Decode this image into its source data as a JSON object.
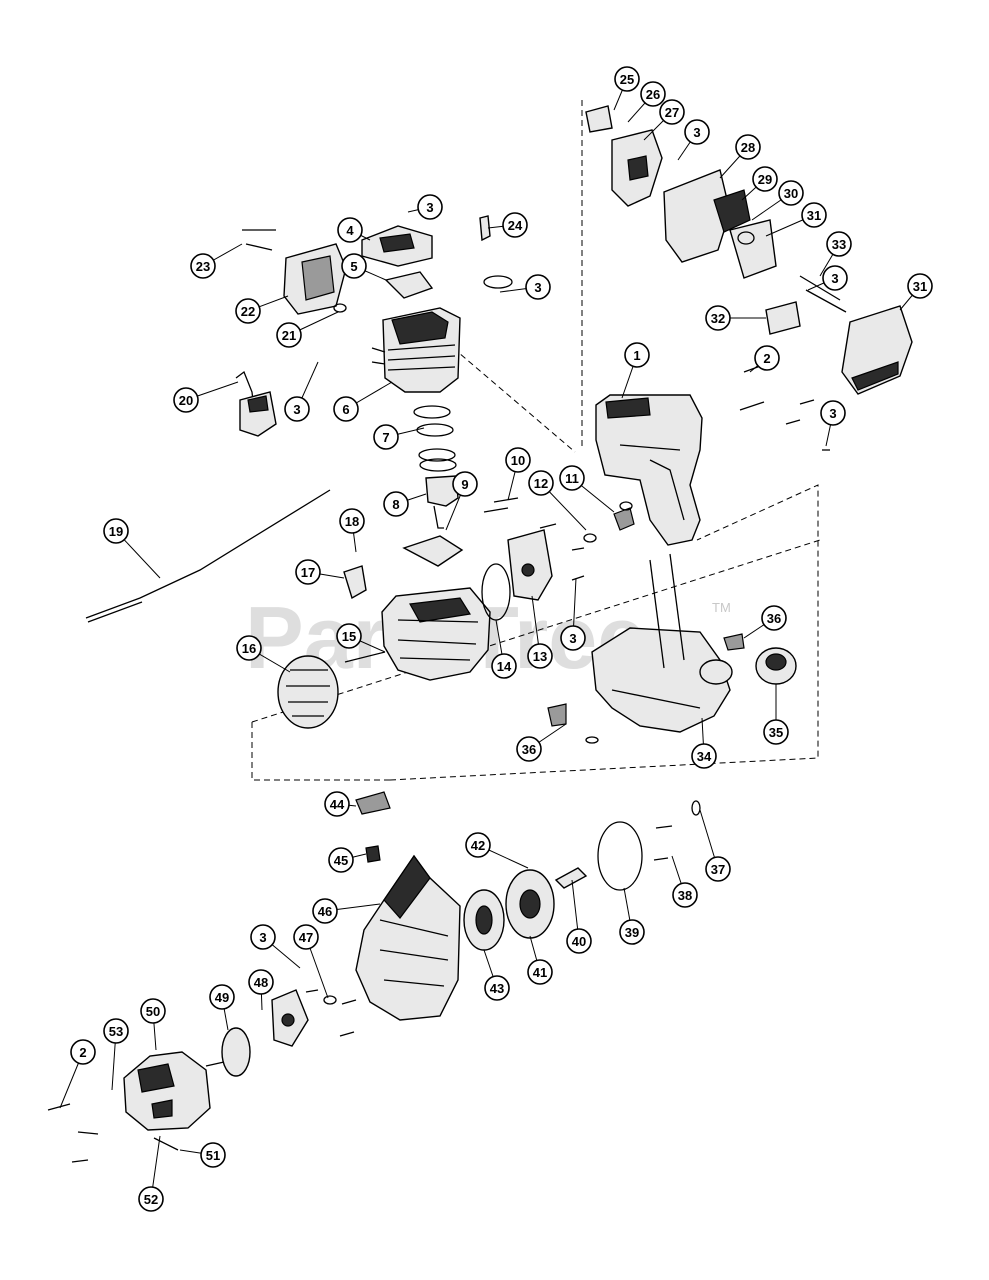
{
  "watermark": {
    "text": "PartsTree",
    "trademark": "TM"
  },
  "callouts": [
    {
      "label": "1"
    },
    {
      "label": "2"
    },
    {
      "label": "2"
    },
    {
      "label": "3"
    },
    {
      "label": "3"
    },
    {
      "label": "3"
    },
    {
      "label": "3"
    },
    {
      "label": "3"
    },
    {
      "label": "3"
    },
    {
      "label": "3"
    },
    {
      "label": "4"
    },
    {
      "label": "5"
    },
    {
      "label": "6"
    },
    {
      "label": "7"
    },
    {
      "label": "8"
    },
    {
      "label": "9"
    },
    {
      "label": "10"
    },
    {
      "label": "11"
    },
    {
      "label": "12"
    },
    {
      "label": "13"
    },
    {
      "label": "14"
    },
    {
      "label": "15"
    },
    {
      "label": "16"
    },
    {
      "label": "17"
    },
    {
      "label": "18"
    },
    {
      "label": "19"
    },
    {
      "label": "20"
    },
    {
      "label": "21"
    },
    {
      "label": "22"
    },
    {
      "label": "23"
    },
    {
      "label": "24"
    },
    {
      "label": "25"
    },
    {
      "label": "26"
    },
    {
      "label": "27"
    },
    {
      "label": "28"
    },
    {
      "label": "29"
    },
    {
      "label": "30"
    },
    {
      "label": "31"
    },
    {
      "label": "31"
    },
    {
      "label": "32"
    },
    {
      "label": "33"
    },
    {
      "label": "34"
    },
    {
      "label": "35"
    },
    {
      "label": "36"
    },
    {
      "label": "36"
    },
    {
      "label": "37"
    },
    {
      "label": "38"
    },
    {
      "label": "39"
    },
    {
      "label": "40"
    },
    {
      "label": "41"
    },
    {
      "label": "42"
    },
    {
      "label": "43"
    },
    {
      "label": "44"
    },
    {
      "label": "45"
    },
    {
      "label": "46"
    },
    {
      "label": "47"
    },
    {
      "label": "48"
    },
    {
      "label": "49"
    },
    {
      "label": "50"
    },
    {
      "label": "51"
    },
    {
      "label": "52"
    },
    {
      "label": "53"
    },
    {
      "label": "3"
    }
  ]
}
